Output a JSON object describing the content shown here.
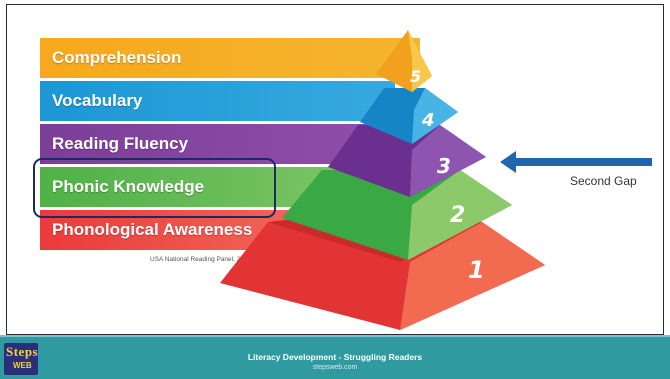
{
  "pyramid": {
    "layers": [
      {
        "label": "Comprehension",
        "number": "5",
        "color": "#f6a91e"
      },
      {
        "label": "Vocabulary",
        "number": "4",
        "color": "#1e9ad6"
      },
      {
        "label": "Reading Fluency",
        "number": "3",
        "color": "#7a3f98"
      },
      {
        "label": "Phonic Knowledge",
        "number": "2",
        "color": "#5ab947"
      },
      {
        "label": "Phonological Awareness",
        "number": "1",
        "color": "#ee3b3b"
      }
    ],
    "citation": "USA National Reading Panel, 2000"
  },
  "annotation": {
    "label": "Second Gap",
    "arrow_color": "#1f66ad"
  },
  "footer": {
    "logo_top": "Steps",
    "logo_bottom": "WEB",
    "title": "Literacy Development - Struggling Readers",
    "url": "stepsweb.com"
  }
}
